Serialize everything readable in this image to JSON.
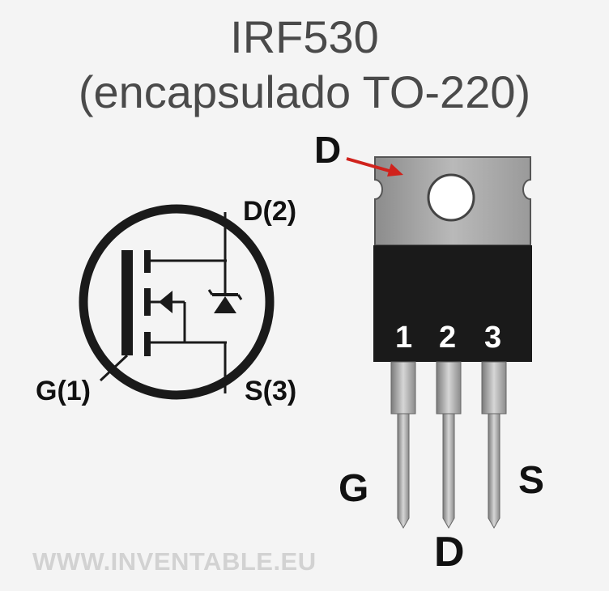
{
  "title": {
    "line1": "IRF530",
    "line2": "(encapsulado TO-220)"
  },
  "symbol": {
    "drain_label": "D(2)",
    "gate_label": "G(1)",
    "source_label": "S(3)"
  },
  "package": {
    "tab_label": "D",
    "pin_numbers": [
      "1",
      "2",
      "3"
    ],
    "lead_labels": {
      "left": "G",
      "middle": "D",
      "right": "S"
    }
  },
  "watermark": "WWW.INVENTABLE.EU",
  "colors": {
    "background": "#f4f4f4",
    "title_text": "#4a4a4a",
    "body_black": "#1a1a1a",
    "tab_metal": "#a9a9a9",
    "arrow": "#d0221c",
    "watermark": "#d2d2d2"
  }
}
